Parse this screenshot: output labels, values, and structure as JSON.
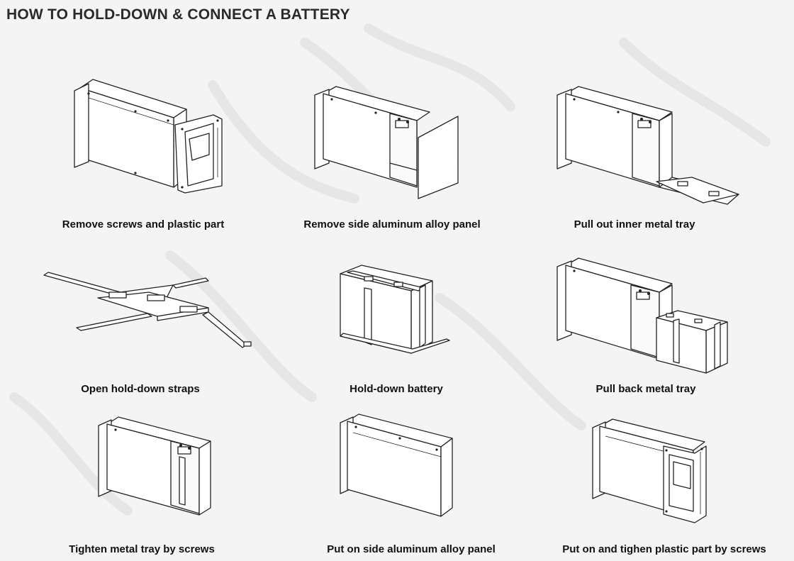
{
  "title": "HOW TO HOLD-DOWN & CONNECT A BATTERY",
  "colors": {
    "background": "#f4f4f4",
    "line": "#222222",
    "text": "#111111"
  },
  "steps": [
    {
      "caption": "Remove screws and plastic part",
      "icon": "box-with-end-cap-removed-icon"
    },
    {
      "caption": "Remove side aluminum alloy panel",
      "icon": "box-side-panel-removed-icon"
    },
    {
      "caption": "Pull out inner metal tray",
      "icon": "box-tray-pulled-out-icon"
    },
    {
      "caption": "Open hold-down straps",
      "icon": "tray-with-open-straps-icon"
    },
    {
      "caption": "Hold-down battery",
      "icon": "strapped-battery-icon"
    },
    {
      "caption": "Pull back metal tray",
      "icon": "box-tray-with-battery-icon"
    },
    {
      "caption": "Tighten metal tray by screws",
      "icon": "box-tray-tightened-icon"
    },
    {
      "caption": "Put on side aluminum alloy panel",
      "icon": "box-side-panel-closed-icon"
    },
    {
      "caption": "Put on and tighen plastic part by screws",
      "icon": "box-end-cap-fitted-icon"
    }
  ]
}
